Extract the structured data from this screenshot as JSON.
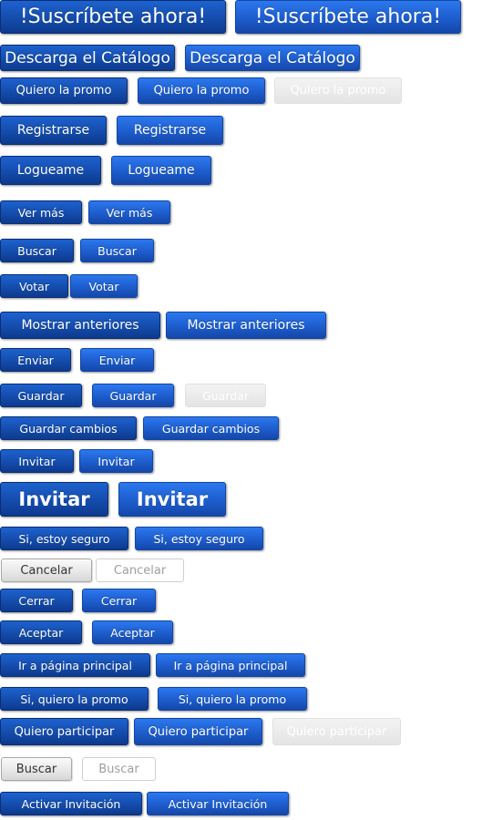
{
  "buttons": [
    "!Suscríbete ahora!",
    "Descarga el Catálogo",
    "Quiero la promo",
    "Registrarse",
    "Logueame",
    "Ver más",
    "Buscar",
    "Votar",
    "Mostrar anteriores",
    "Enviar",
    "Guardar",
    "Guardar cambios",
    "Invitar",
    "Si, estoy seguro",
    "Cancelar",
    "Cerrar",
    "Aceptar",
    "Ir a página principal",
    "Si, quiero la promo",
    "Quiero participar",
    "Activar Invitación"
  ]
}
